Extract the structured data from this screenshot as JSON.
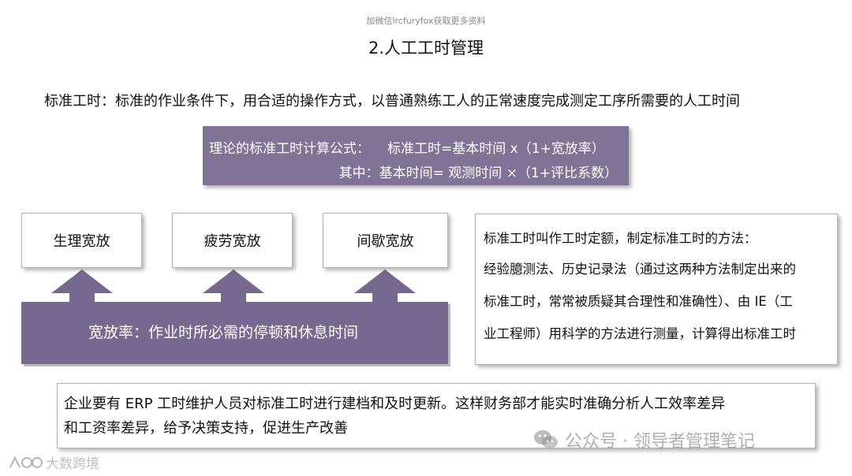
{
  "top_note": "加微信lrcfuryfox获取更多资料",
  "slide_title": "2.人工工时管理",
  "definition": "标准工时：标准的作业条件下，用合适的操作方式，以普通熟练工人的正常速度完成测定工序所需要的人工时间",
  "formula": {
    "label": "理论的标准工时计算公式：",
    "expression": "标准工时=基本时间 x（1+宽放率）",
    "detail": "其中：基本时间= 观测时间 ×（1+评比系数）"
  },
  "factors": [
    "生理宽放",
    "疲劳宽放",
    "间歇宽放"
  ],
  "allowance": "宽放率：作业时所必需的停顿和休息时间",
  "methods": {
    "lines": [
      "标准工时叫作工时定额，制定标准工时的方法：",
      "经验臆测法、历史记录法（通过这两种方法制定出来的",
      "标准工时，常常被质疑其合理性和准确性）、由 IE（工",
      "业工程师）用科学的方法进行测量，计算得出标准工时"
    ]
  },
  "erp_note": {
    "lines": [
      "企业要有 ERP 工时维护人员对标准工时进行建档和及时更新。这样财务部才能实时准确分析人工效率差异",
      "和工资率差异，给予决策支持，促进生产改善"
    ]
  },
  "watermarks": {
    "wechat": "公众号 · 领导者管理笔记",
    "corner": "大数跨境"
  },
  "colors": {
    "accent_purple": "#7f7396",
    "allowance_purple": "#77688f",
    "border_gray": "#b3b3b3"
  },
  "icons": [
    "up-arrow-icon",
    "wechat-icon",
    "corner-logo-icon"
  ]
}
